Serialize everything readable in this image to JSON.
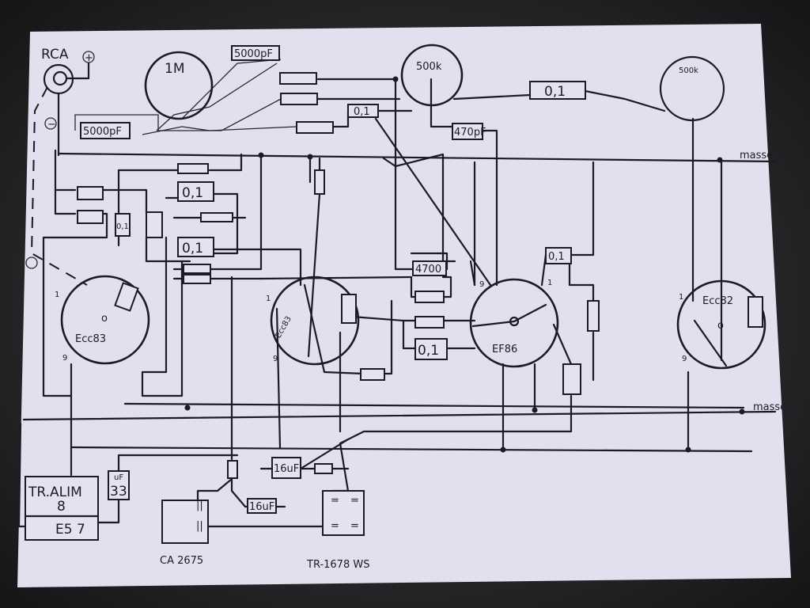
{
  "input": {
    "connector": "RCA",
    "plus": "+",
    "minus": "−"
  },
  "potentiometers": [
    {
      "value": "1M"
    },
    {
      "value": "500k"
    },
    {
      "value": "500k"
    }
  ],
  "capacitors": {
    "c_5000pf_top": "5000pF",
    "c_5000pf_left": "5000pF",
    "c_01_a": "0,1",
    "c_01_b": "0,1",
    "c_01_c": "0,1",
    "c_01_d": "0,1",
    "c_01_e": "0,1",
    "c_01_f": "0,1",
    "c_01_small": "0,1",
    "c_470pf": "470pF",
    "c_4700": "4700",
    "c_16uf_a": "16uF",
    "c_16uf_b": "16uF",
    "c_33uf_value": "33",
    "c_33uf_unit": "uF"
  },
  "tubes": [
    {
      "name": "Ecc83",
      "pin_first": "1",
      "pin_last": "9"
    },
    {
      "name": "Ecc83",
      "pin_first": "1",
      "pin_last": "9"
    },
    {
      "name": "EF86",
      "pin_first": "1",
      "pin_last": "9"
    },
    {
      "name": "Ecc82",
      "pin_first": "1",
      "pin_last": "9"
    }
  ],
  "ground_labels": [
    "masse",
    "masse"
  ],
  "power": {
    "transformer_title": "TR.ALIM",
    "transformer_number": "8",
    "rectifier": "E5 7",
    "chip_label": "CA 2675",
    "output_transformer": "TR-1678 WS"
  }
}
